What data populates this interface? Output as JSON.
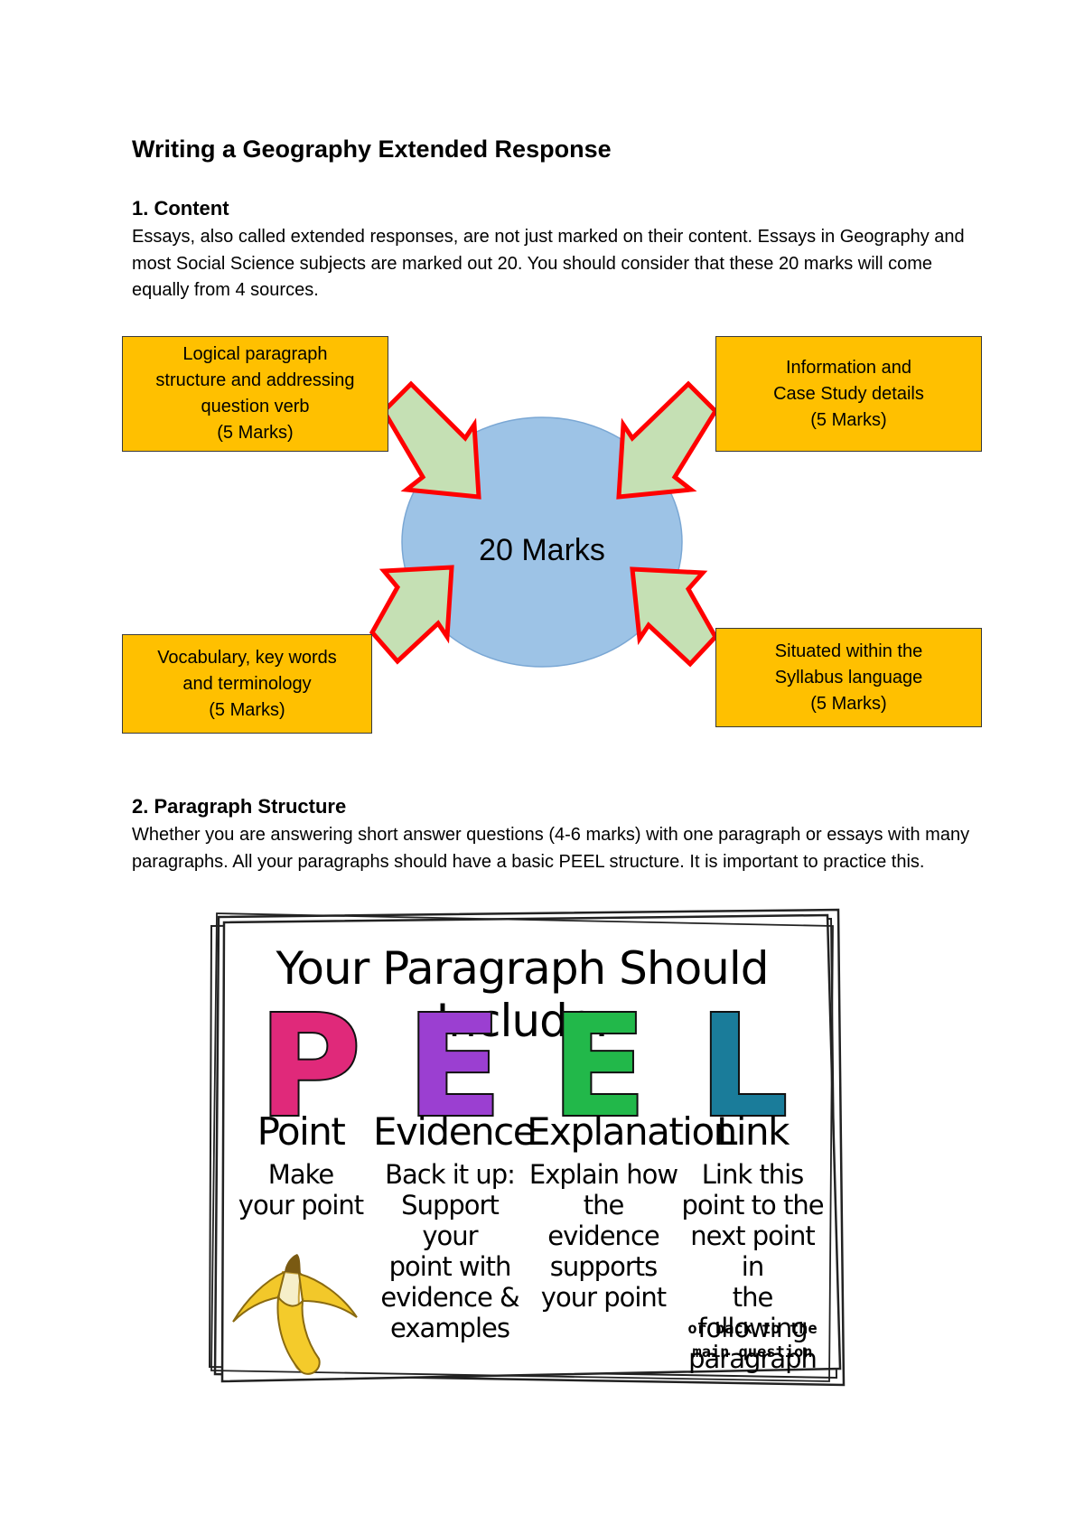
{
  "title": "Writing a Geography Extended Response",
  "section1": {
    "heading": "1. Content",
    "body": "Essays, also called extended responses, are not just marked on their content. Essays in Geography and most Social Science subjects are marked out 20. You should consider that these 20 marks will come equally from 4 sources."
  },
  "diagram": {
    "center": "20 Marks",
    "boxes": {
      "top_left": [
        "Logical paragraph",
        "structure and addressing",
        "question verb",
        "(5 Marks)"
      ],
      "top_right": [
        "Information and",
        "Case Study details",
        "(5 Marks)"
      ],
      "bottom_left": [
        "Vocabulary, key words",
        "and terminology",
        "(5 Marks)"
      ],
      "bottom_right": [
        "Situated within the",
        "Syllabus language",
        "(5 Marks)"
      ]
    },
    "colors": {
      "box_fill": "#ffc000",
      "circle_fill": "#9dc3e6",
      "arrow_fill": "#c5e0b4",
      "arrow_outline": "#ff0000"
    }
  },
  "section2": {
    "heading": "2. Paragraph Structure",
    "body": "Whether you are answering short answer questions (4-6 marks) with one paragraph or essays with many paragraphs. All your paragraphs should have a basic PEEL structure. It is important to practice this."
  },
  "peel": {
    "title": "Your Paragraph Should Include:",
    "columns": [
      {
        "letter": "P",
        "color": "#e0297a",
        "word": "Point",
        "desc": [
          "Make",
          "your point"
        ]
      },
      {
        "letter": "E",
        "color": "#9b3fd1",
        "word": "Evidence",
        "desc": [
          "Back it up:",
          "Support your",
          "point with",
          "evidence &",
          "examples"
        ]
      },
      {
        "letter": "E",
        "color": "#22b84a",
        "word": "Explanation",
        "desc": [
          "Explain how",
          "the evidence",
          "supports",
          "your point"
        ]
      },
      {
        "letter": "L",
        "color": "#1a7c9a",
        "word": "Link",
        "desc": [
          "Link this",
          "point to the",
          "next point in",
          "the following",
          "paragraph"
        ]
      }
    ],
    "footnote": [
      "or back to the",
      "main question"
    ],
    "image": "banana-icon"
  }
}
